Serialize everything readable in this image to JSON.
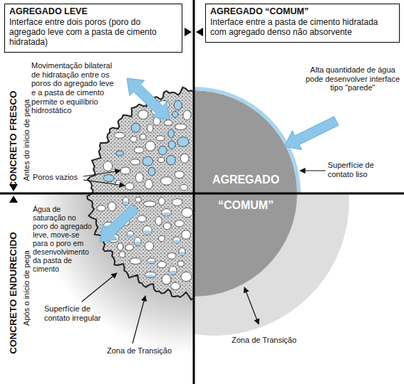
{
  "diagram": {
    "nodes": [
      {
        "text": [
          "AGREGADO LEVE",
          "Interface entre dois poros (poro do agregado leve com a pasta de cimento hidratada)"
        ]
      },
      {
        "text": [
          "AGREGADO “COMUM”",
          "Interface entre a pasta de cimento hidratada com agregado denso não absorvente"
        ]
      },
      {
        "text": [
          "AGREGADO",
          "“COMUM”"
        ]
      }
    ],
    "labels": [
      "CONCRETO FRESCO",
      "Antes do início de pega",
      "Movimentação bilateral de hidratação entre os poros do agregado leve e a pasta de cimento permite o equilíbrio hidrostático",
      "Alta quantidade de água pode desenvolver interface tipo \"parede\"",
      "Superfície de contato liso",
      "Poros vazios",
      "CONCRETO ENDURECIDO",
      "Após o início de pega",
      "Água de saturação no poro do agregado leve, move-se para o poro em desenvolvimento da pasta de cimento",
      "Superfície de contato irregular",
      "Zona de Transição",
      "Zona de Transição"
    ]
  }
}
